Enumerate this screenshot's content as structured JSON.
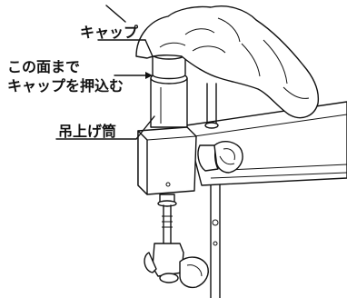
{
  "labels": {
    "cap": "キャップ",
    "press_line1": "この面まで",
    "press_line2": "キャップを押込む",
    "tube": "吊上げ筒"
  }
}
